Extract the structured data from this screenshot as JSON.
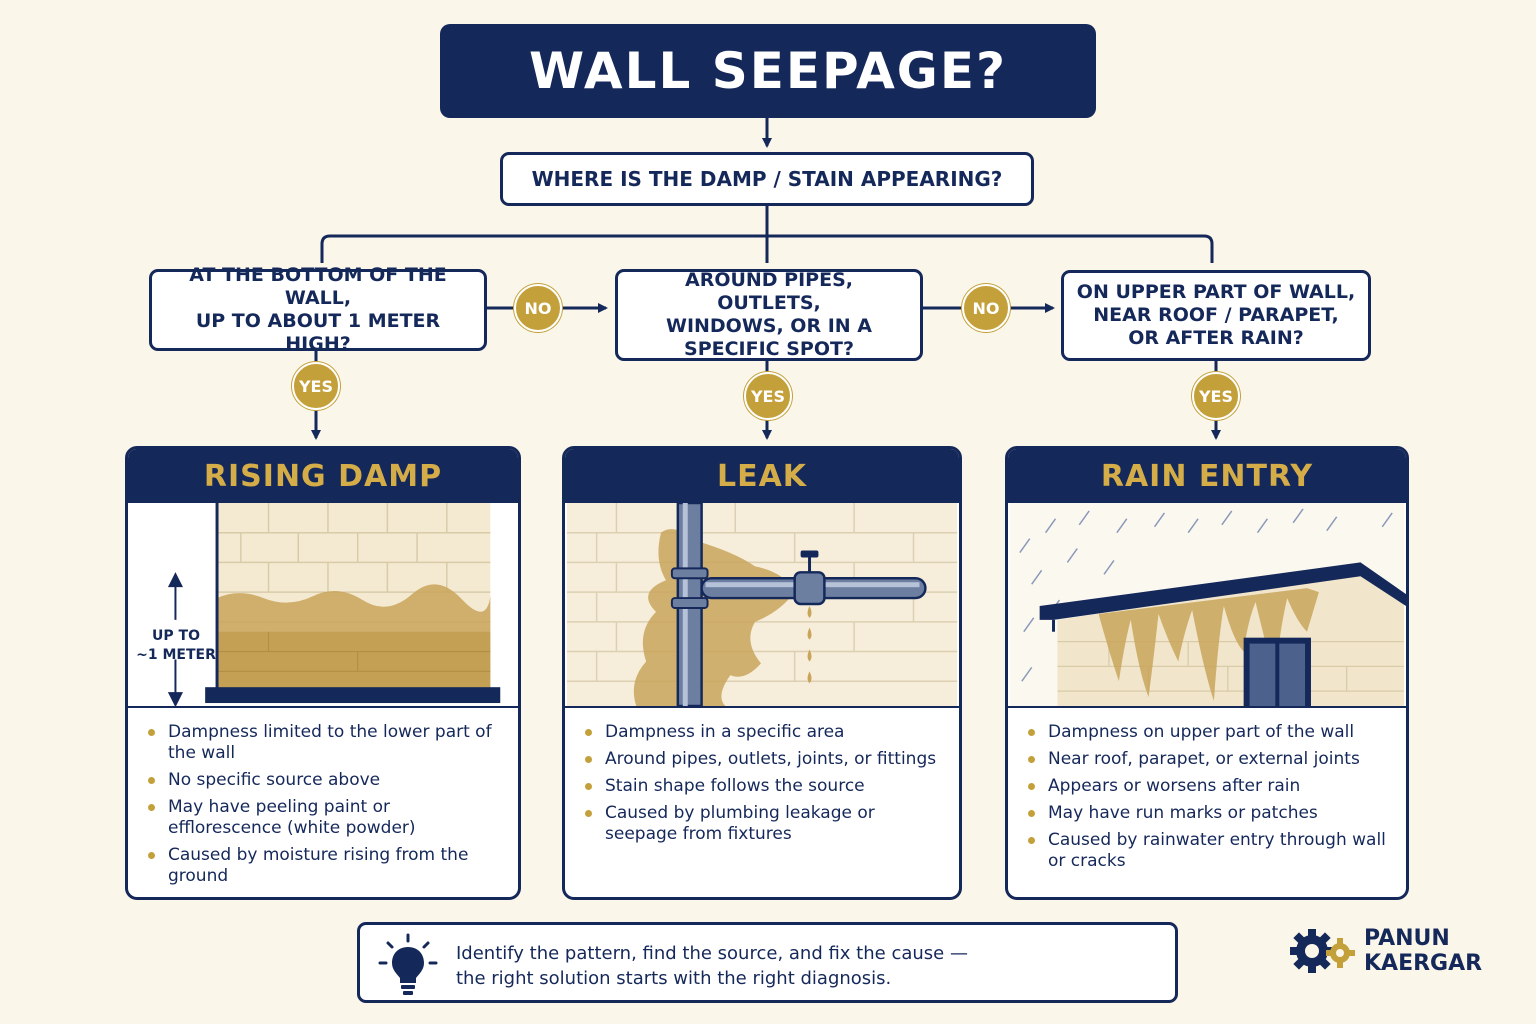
{
  "title": "WALL SEEPAGE?",
  "root_question": "WHERE IS THE DAMP / STAIN APPEARING?",
  "questions": [
    {
      "text": "AT THE BOTTOM OF THE WALL,\nUP TO ABOUT 1 METER HIGH?"
    },
    {
      "text": "AROUND PIPES, OUTLETS,\nWINDOWS, OR IN A\nSPECIFIC SPOT?"
    },
    {
      "text": "ON UPPER PART OF WALL,\nNEAR ROOF / PARAPET,\nOR AFTER RAIN?"
    }
  ],
  "labels": {
    "no": "NO",
    "yes": "YES"
  },
  "cards": [
    {
      "title": "RISING DAMP",
      "illustration_label": "UP TO\n~1 METER",
      "bullets": [
        "Dampness limited to the lower part of the wall",
        "No specific source above",
        "May have peeling paint or efflorescence (white powder)",
        "Caused by moisture rising from the ground"
      ]
    },
    {
      "title": "LEAK",
      "bullets": [
        "Dampness in a specific area",
        "Around pipes, outlets, joints, or fittings",
        "Stain shape follows the source",
        "Caused by plumbing leakage or seepage from fixtures"
      ]
    },
    {
      "title": "RAIN ENTRY",
      "bullets": [
        "Dampness on upper part of the wall",
        "Near roof, parapet, or external joints",
        "Appears or worsens after rain",
        "May have run marks or patches",
        "Caused by rainwater entry through wall or cracks"
      ]
    }
  ],
  "tip": {
    "icon": "lightbulb-icon",
    "line1": "Identify the pattern, find the source, and fix the cause —",
    "line2": "the right solution starts with the right diagnosis."
  },
  "brand": {
    "line1": "PANUN",
    "line2": "KAERGAR",
    "icon": "gear-icon"
  },
  "colors": {
    "navy": "#15285a",
    "gold": "#c4a03a",
    "background": "#fbf6ea",
    "stain": "#c9a55a"
  }
}
